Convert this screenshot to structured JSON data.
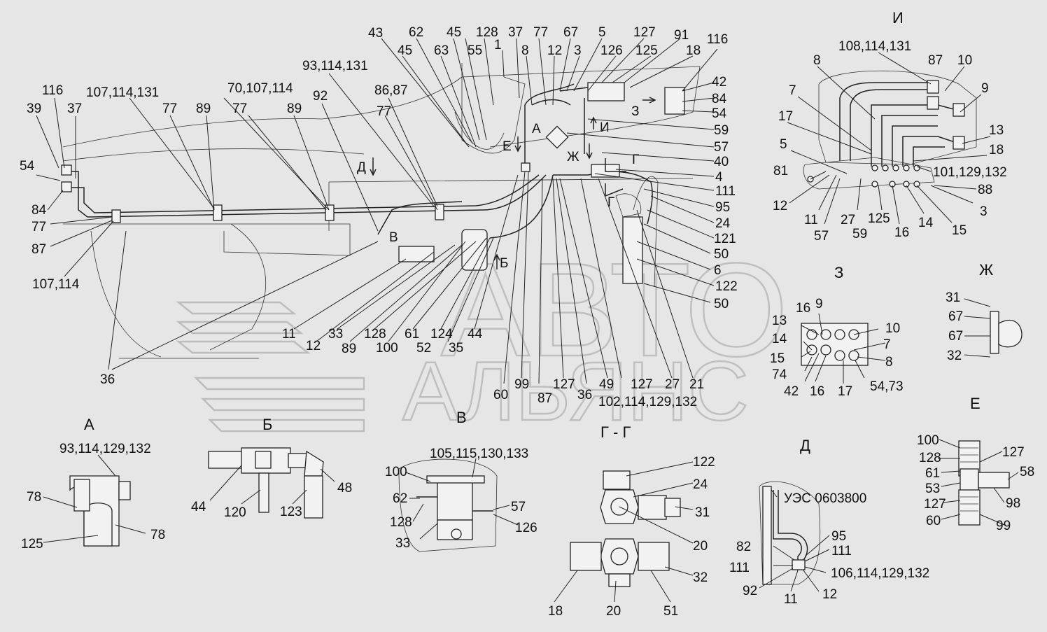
{
  "watermark": {
    "line1": "АВТО",
    "line2": "АЛЬЯНС"
  },
  "views": [
    {
      "id": "A",
      "text": "А"
    },
    {
      "id": "B",
      "text": "Б"
    },
    {
      "id": "V",
      "text": "В"
    },
    {
      "id": "G",
      "text": "Г - Г"
    },
    {
      "id": "D",
      "text": "Д"
    },
    {
      "id": "E",
      "text": "Е"
    },
    {
      "id": "ZH",
      "text": "Ж"
    },
    {
      "id": "Z",
      "text": "З"
    },
    {
      "id": "I",
      "text": "И"
    }
  ],
  "section_marks": [
    {
      "id": "A",
      "text": "А"
    },
    {
      "id": "B",
      "text": "Б"
    },
    {
      "id": "V",
      "text": "В"
    },
    {
      "id": "G1",
      "text": "Г"
    },
    {
      "id": "G2",
      "text": "Г"
    },
    {
      "id": "D",
      "text": "Д"
    },
    {
      "id": "E",
      "text": "Е"
    },
    {
      "id": "ZH",
      "text": "Ж"
    },
    {
      "id": "Z",
      "text": "З"
    },
    {
      "id": "I",
      "text": "И"
    }
  ],
  "callouts": {
    "main_left": [
      "116",
      "39",
      "37",
      "54",
      "84",
      "77",
      "87",
      "107,114,131",
      "77",
      "89",
      "107,114"
    ],
    "main_mid": [
      "70,107,114",
      "77",
      "89",
      "93,114,131",
      "92",
      "86,87",
      "77",
      "43",
      "62",
      "45",
      "63",
      "45",
      "55",
      "128",
      "1",
      "37",
      "8",
      "77",
      "12",
      "67",
      "3",
      "5",
      "126",
      "127",
      "125",
      "91",
      "18",
      "116",
      "42",
      "84",
      "54",
      "59",
      "57",
      "40",
      "4",
      "111",
      "95",
      "24",
      "121",
      "50",
      "6",
      "122",
      "50"
    ],
    "main_bottom": [
      "36",
      "11",
      "12",
      "33",
      "89",
      "128",
      "100",
      "61",
      "52",
      "124",
      "35",
      "44",
      "60",
      "99",
      "87",
      "127",
      "36",
      "49",
      "127",
      "27",
      "21",
      "102,114,129,132"
    ],
    "view_I": [
      "108,114,131",
      "87",
      "10",
      "8",
      "9",
      "7",
      "13",
      "17",
      "18",
      "5",
      "101,129,132",
      "81",
      "88",
      "12",
      "11",
      "27",
      "125",
      "16",
      "14",
      "3",
      "15",
      "57",
      "59"
    ],
    "view_Z": [
      "16",
      "9",
      "13",
      "10",
      "14",
      "7",
      "15",
      "8",
      "74",
      "42",
      "16",
      "17",
      "54,73"
    ],
    "view_ZH": [
      "31",
      "67",
      "67",
      "32"
    ],
    "view_A": [
      "93,114,129,132",
      "78",
      "78",
      "125"
    ],
    "view_B": [
      "44",
      "120",
      "123",
      "48"
    ],
    "view_V": [
      "105,115,130,133",
      "100",
      "62",
      "128",
      "57",
      "126",
      "33"
    ],
    "view_G": [
      "122",
      "24",
      "31",
      "20",
      "32",
      "18",
      "20",
      "51"
    ],
    "view_D": [
      "УЭС 0603800",
      "95",
      "82",
      "111",
      "111",
      "106,114,129,132",
      "92",
      "11",
      "12"
    ],
    "view_E": [
      "100",
      "127",
      "128",
      "58",
      "61",
      "53",
      "127",
      "98",
      "60",
      "99"
    ]
  }
}
